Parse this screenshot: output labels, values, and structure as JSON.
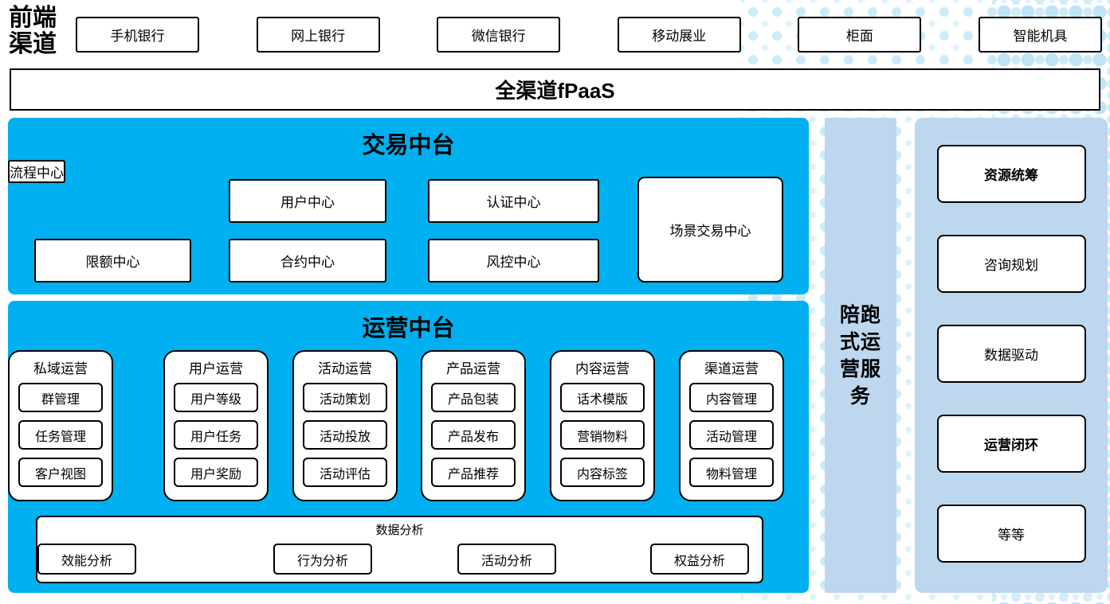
{
  "colors": {
    "middle_platform_bg": "#00B0F0",
    "side_panel_bg": "#BDD7EE",
    "dot_pattern": "#CDEAF8",
    "box_border": "#000000"
  },
  "frontend": {
    "label": "前端渠道",
    "channels": [
      "手机银行",
      "网上银行",
      "微信银行",
      "移动展业",
      "柜面",
      "智能机具"
    ]
  },
  "fpaas": {
    "label": "全渠道fPaaS"
  },
  "transaction": {
    "title": "交易中台",
    "centers": [
      "用户中心",
      "认证中心",
      "限额中心",
      "合约中心",
      "风控中心",
      "流程中心"
    ],
    "scenario_center": "场景交易中心"
  },
  "operations": {
    "title": "运营中台",
    "columns": [
      {
        "title": "用户运营",
        "items": [
          "用户等级",
          "用户任务",
          "用户奖励"
        ]
      },
      {
        "title": "活动运营",
        "items": [
          "活动策划",
          "活动投放",
          "活动评估"
        ]
      },
      {
        "title": "产品运营",
        "items": [
          "产品包装",
          "产品发布",
          "产品推荐"
        ]
      },
      {
        "title": "内容运营",
        "items": [
          "话术模版",
          "营销物料",
          "内容标签"
        ]
      },
      {
        "title": "渠道运营",
        "items": [
          "内容管理",
          "活动管理",
          "物料管理"
        ]
      },
      {
        "title": "私域运营",
        "items": [
          "群管理",
          "任务管理",
          "客户视图"
        ]
      }
    ],
    "analysis": {
      "title": "数据分析",
      "items": [
        "行为分析",
        "活动分析",
        "权益分析",
        "效能分析"
      ]
    }
  },
  "companion": {
    "label": "陪跑式运营服务"
  },
  "services": {
    "items": [
      {
        "label": "资源统筹",
        "bold": true
      },
      {
        "label": "咨询规划",
        "bold": false
      },
      {
        "label": "数据驱动",
        "bold": false
      },
      {
        "label": "运营闭环",
        "bold": true
      },
      {
        "label": "等等",
        "bold": false
      }
    ]
  }
}
